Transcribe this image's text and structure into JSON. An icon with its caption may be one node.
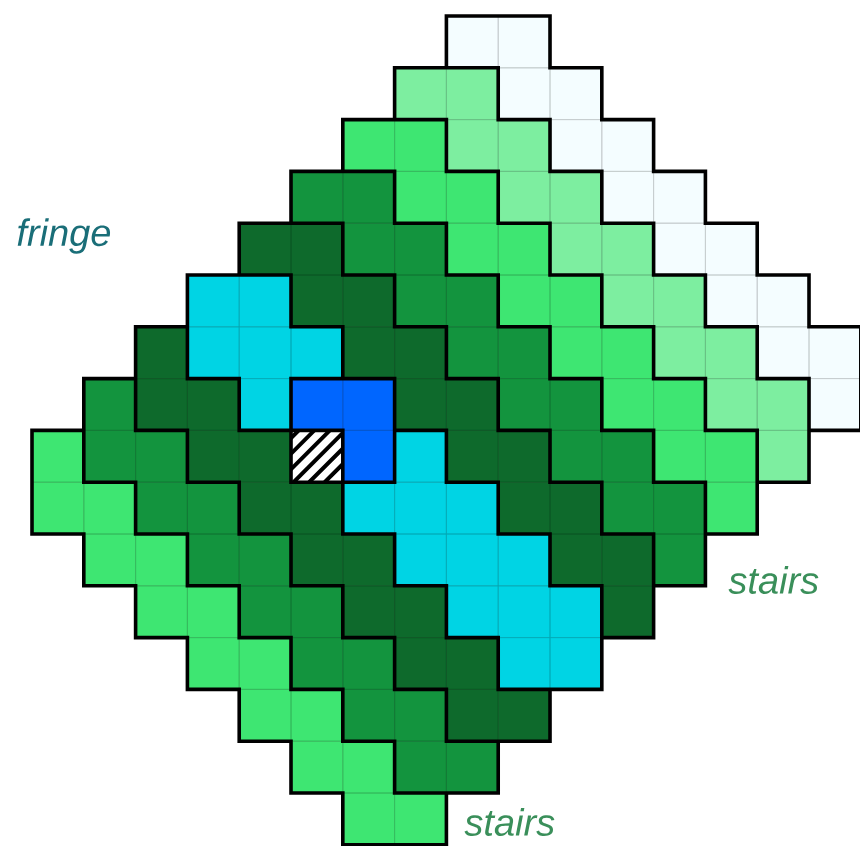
{
  "diagram": {
    "labels": [
      "fringe",
      "stairs",
      "stairs"
    ]
  }
}
